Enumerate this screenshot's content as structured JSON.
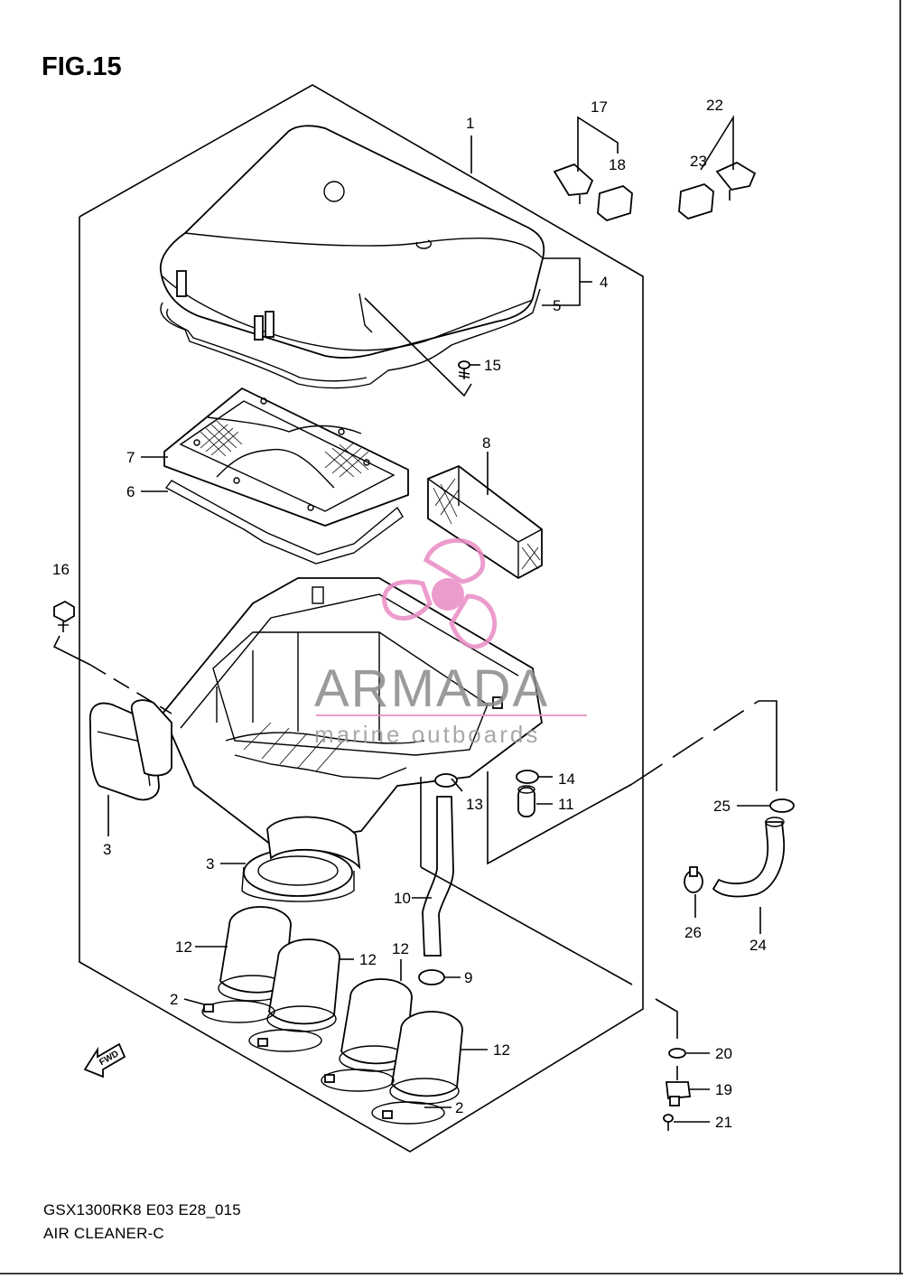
{
  "figure": {
    "title": "FIG.15",
    "model_code": "GSX1300RK8 E03 E28_015",
    "section_name": "AIR CLEANER-C"
  },
  "watermark": {
    "brand": "ARMADA",
    "tagline": "marine outboards",
    "accent_color": "#e98bc4"
  },
  "callouts": [
    {
      "id": "c1",
      "label": "1"
    },
    {
      "id": "c2a",
      "label": "2"
    },
    {
      "id": "c2b",
      "label": "2"
    },
    {
      "id": "c3a",
      "label": "3"
    },
    {
      "id": "c3b",
      "label": "3"
    },
    {
      "id": "c4",
      "label": "4"
    },
    {
      "id": "c5",
      "label": "5"
    },
    {
      "id": "c6",
      "label": "6"
    },
    {
      "id": "c7",
      "label": "7"
    },
    {
      "id": "c8",
      "label": "8"
    },
    {
      "id": "c9",
      "label": "9"
    },
    {
      "id": "c10",
      "label": "10"
    },
    {
      "id": "c11",
      "label": "11"
    },
    {
      "id": "c12a",
      "label": "12"
    },
    {
      "id": "c12b",
      "label": "12"
    },
    {
      "id": "c12c",
      "label": "12"
    },
    {
      "id": "c12d",
      "label": "12"
    },
    {
      "id": "c13",
      "label": "13"
    },
    {
      "id": "c14",
      "label": "14"
    },
    {
      "id": "c15",
      "label": "15"
    },
    {
      "id": "c16",
      "label": "16"
    },
    {
      "id": "c17",
      "label": "17"
    },
    {
      "id": "c18",
      "label": "18"
    },
    {
      "id": "c19",
      "label": "19"
    },
    {
      "id": "c20",
      "label": "20"
    },
    {
      "id": "c21",
      "label": "21"
    },
    {
      "id": "c22",
      "label": "22"
    },
    {
      "id": "c23",
      "label": "23"
    },
    {
      "id": "c24",
      "label": "24"
    },
    {
      "id": "c25",
      "label": "25"
    },
    {
      "id": "c26",
      "label": "26"
    }
  ],
  "fwd_arrow": {
    "label": "FWD"
  }
}
